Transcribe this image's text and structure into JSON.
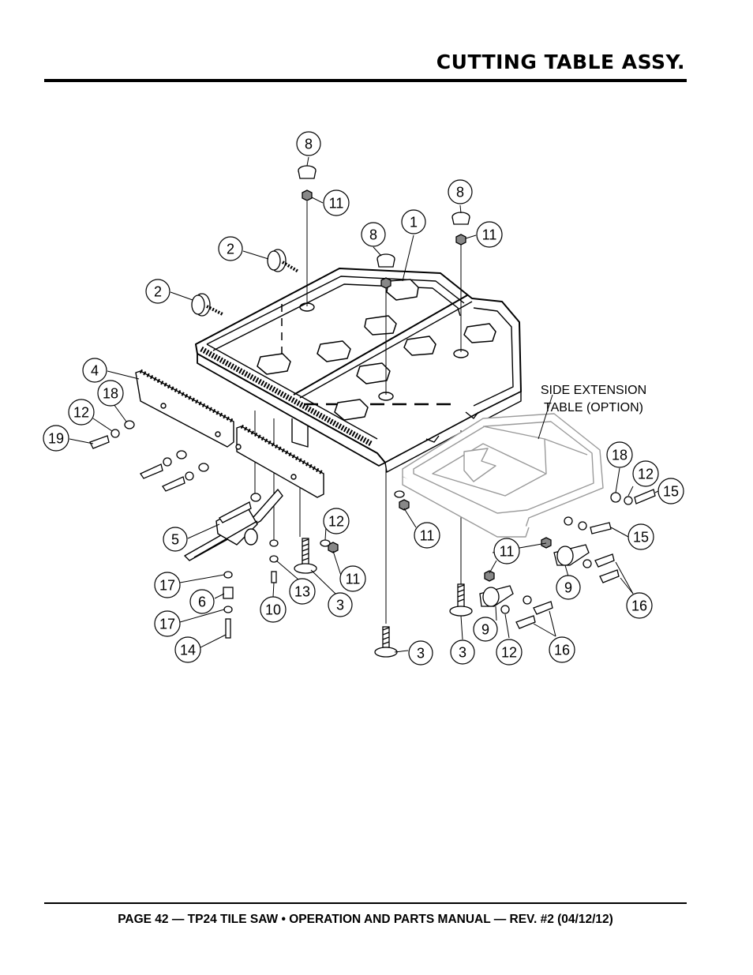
{
  "header": {
    "title": "CUTTING TABLE ASSY."
  },
  "footer": {
    "text": "PAGE 42 — TP24 TILE SAW • OPERATION AND PARTS MANUAL — REV. #2 (04/12/12)"
  },
  "diagram": {
    "note_line1": "SIDE EXTENSION",
    "note_line2": "TABLE (OPTION)",
    "callouts": [
      {
        "id": "c1",
        "label": "8"
      },
      {
        "id": "c2",
        "label": "11"
      },
      {
        "id": "c3",
        "label": "8"
      },
      {
        "id": "c4",
        "label": "11"
      },
      {
        "id": "c5",
        "label": "8"
      },
      {
        "id": "c6",
        "label": "1"
      },
      {
        "id": "c7",
        "label": "2"
      },
      {
        "id": "c8",
        "label": "2"
      },
      {
        "id": "c9",
        "label": "4"
      },
      {
        "id": "c10",
        "label": "18"
      },
      {
        "id": "c11",
        "label": "12"
      },
      {
        "id": "c12",
        "label": "19"
      },
      {
        "id": "c13",
        "label": "5"
      },
      {
        "id": "c14",
        "label": "12"
      },
      {
        "id": "c15",
        "label": "11"
      },
      {
        "id": "c16",
        "label": "11"
      },
      {
        "id": "c17",
        "label": "17"
      },
      {
        "id": "c18",
        "label": "6"
      },
      {
        "id": "c19",
        "label": "17"
      },
      {
        "id": "c20",
        "label": "14"
      },
      {
        "id": "c21",
        "label": "10"
      },
      {
        "id": "c22",
        "label": "13"
      },
      {
        "id": "c23",
        "label": "3"
      },
      {
        "id": "c24",
        "label": "3"
      },
      {
        "id": "c25",
        "label": "3"
      },
      {
        "id": "c26",
        "label": "18"
      },
      {
        "id": "c27",
        "label": "12"
      },
      {
        "id": "c28",
        "label": "15"
      },
      {
        "id": "c29",
        "label": "15"
      },
      {
        "id": "c30",
        "label": "11"
      },
      {
        "id": "c31",
        "label": "9"
      },
      {
        "id": "c32",
        "label": "16"
      },
      {
        "id": "c33",
        "label": "9"
      },
      {
        "id": "c34",
        "label": "12"
      },
      {
        "id": "c35",
        "label": "16"
      }
    ]
  }
}
